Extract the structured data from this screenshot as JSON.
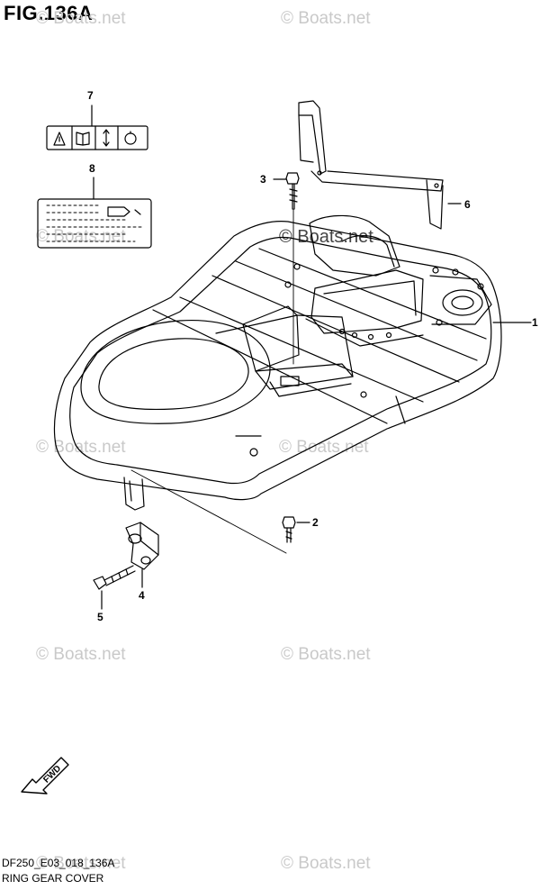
{
  "figure": {
    "title": "FIG.136A",
    "code": "DF250_E03_018_136A",
    "name": "RING GEAR COVER"
  },
  "watermark": "© Boats.net",
  "callouts": {
    "p1": "1",
    "p2": "2",
    "p3": "3",
    "p4": "4",
    "p5": "5",
    "p6": "6",
    "p7": "7",
    "p8": "8"
  },
  "fwd_label": "FWD"
}
